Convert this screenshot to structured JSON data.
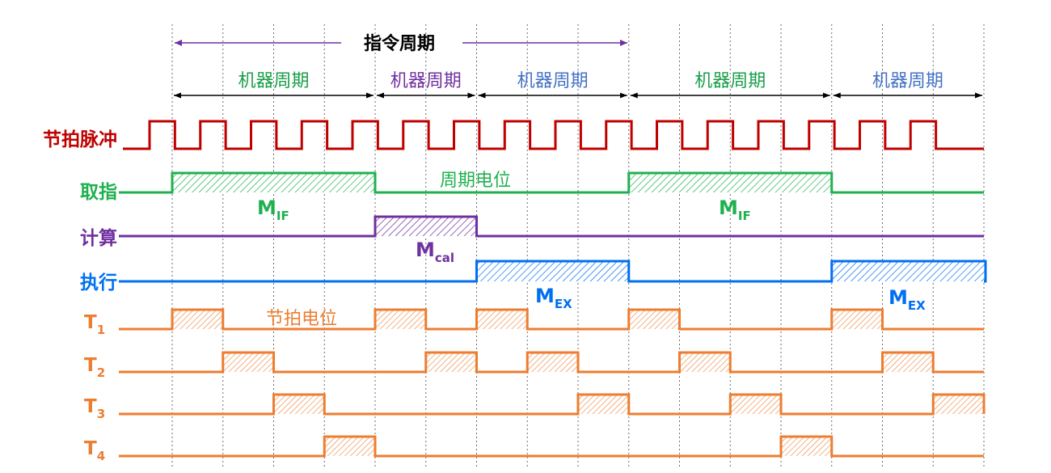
{
  "instruction_cycle": {
    "label": "指令周期"
  },
  "machine_cycles": [
    {
      "label": "机器周期",
      "color": "#1a9e4a"
    },
    {
      "label": "机器周期",
      "color": "#7030a0"
    },
    {
      "label": "机器周期",
      "color": "#4472c4"
    },
    {
      "label": "机器周期",
      "color": "#1a9e4a"
    },
    {
      "label": "机器周期",
      "color": "#4472c4"
    }
  ],
  "signals": {
    "clock": {
      "label": "节拍脉冲",
      "color": "#c00000"
    },
    "fetch": {
      "label": "取指",
      "color": "#1fb14f",
      "high_in_cycles": [
        0,
        3
      ]
    },
    "compute": {
      "label": "计算",
      "color": "#7030a0",
      "high_in_cycles": [
        1
      ]
    },
    "execute": {
      "label": "执行",
      "color": "#0070f0",
      "high_in_cycles": [
        2,
        4
      ]
    },
    "t1": {
      "label": "T",
      "sub": "1",
      "color": "#ed7d31"
    },
    "t2": {
      "label": "T",
      "sub": "2",
      "color": "#ed7d31"
    },
    "t3": {
      "label": "T",
      "sub": "3",
      "color": "#ed7d31"
    },
    "t4": {
      "label": "T",
      "sub": "4",
      "color": "#ed7d31"
    }
  },
  "annotations": {
    "period_potential": "周期电位",
    "beat_potential": "节拍电位",
    "m_if_1": {
      "main": "M",
      "sub": "IF"
    },
    "m_if_2": {
      "main": "M",
      "sub": "IF"
    },
    "m_cal": {
      "main": "M",
      "sub": "cal"
    },
    "m_ex_1": {
      "main": "M",
      "sub": "EX"
    },
    "m_ex_2": {
      "main": "M",
      "sub": "EX"
    }
  }
}
